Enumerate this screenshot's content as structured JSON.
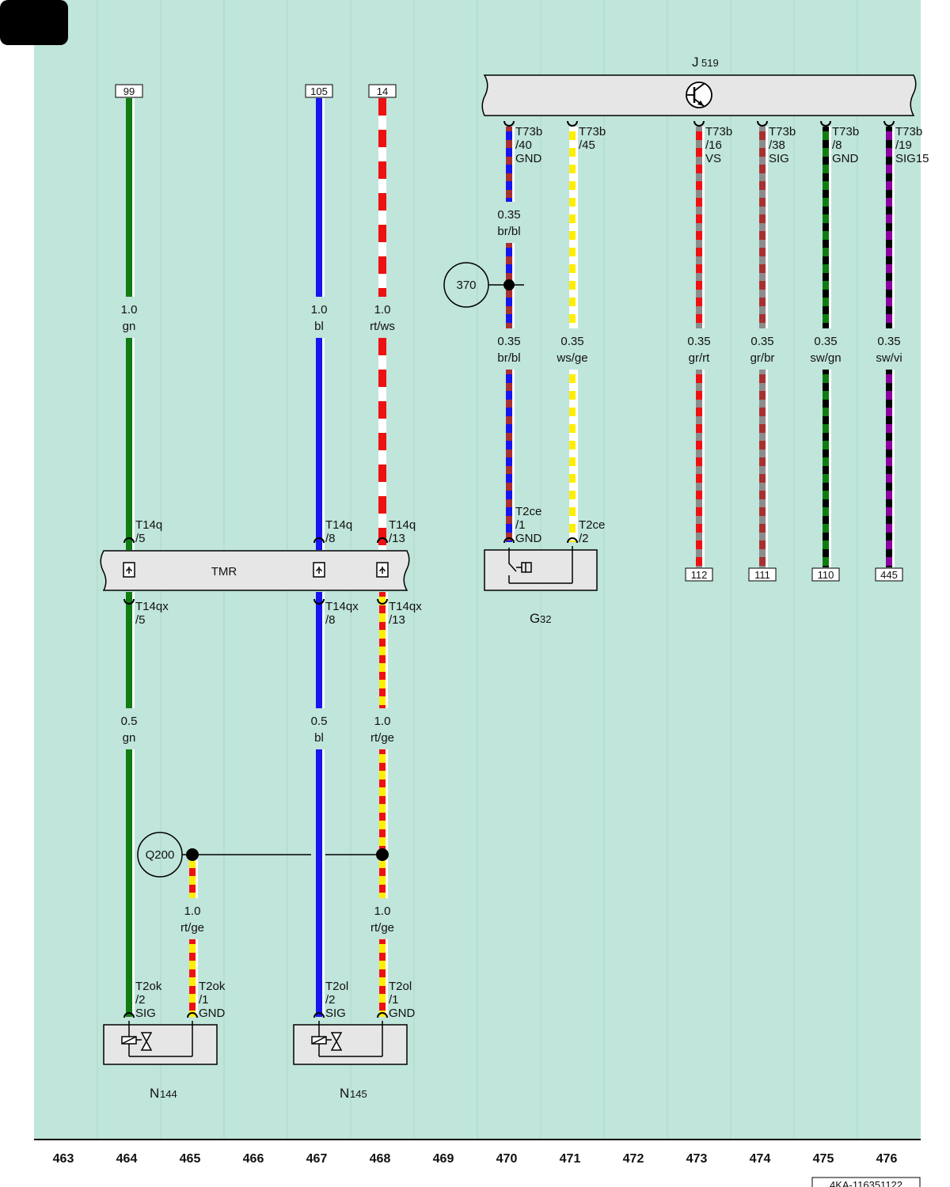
{
  "doc_id": "4KA-116351122",
  "colors": {
    "background": "#c0e5da",
    "component_fill": "#e6e6e6",
    "gn": "#0f7d12",
    "bl": "#1515f0",
    "rt": "#ee1111",
    "ws": "#ffffff",
    "ge": "#ffee00",
    "br": "#a83030",
    "gr": "#8c8c8c",
    "sw": "#000000",
    "vi": "#8c00a0"
  },
  "components": {
    "j519": {
      "name": "J",
      "sub": "519",
      "symbol": "transistor-icon"
    },
    "tmr": {
      "name": "TMR"
    },
    "g32": {
      "name": "G",
      "sub": "32",
      "symbol": "switch-icon"
    },
    "n144": {
      "name": "N",
      "sub": "144",
      "symbol": "solenoid-valve-icon"
    },
    "n145": {
      "name": "N",
      "sub": "145",
      "symbol": "solenoid-valve-icon"
    }
  },
  "refs": {
    "r99": "99",
    "r105": "105",
    "r14": "14",
    "r112": "112",
    "r111": "111",
    "r110": "110",
    "r445": "445"
  },
  "splices": {
    "s370": "370",
    "q200": "Q200"
  },
  "pins": {
    "c464_top": [
      "T14q",
      "/5"
    ],
    "c467_top": [
      "T14q",
      "/8"
    ],
    "c468_top": [
      "T14q",
      "/13"
    ],
    "c464_bot": [
      "T14qx",
      "/5"
    ],
    "c467_bot": [
      "T14qx",
      "/8"
    ],
    "c468_bot": [
      "T14qx",
      "/13"
    ],
    "c470_top": [
      "T73b",
      "/40",
      "GND"
    ],
    "c471_top": [
      "T73b",
      "/45"
    ],
    "c473_top": [
      "T73b",
      "/16",
      "VS"
    ],
    "c474_top": [
      "T73b",
      "/38",
      "SIG"
    ],
    "c475_top": [
      "T73b",
      "/8",
      "GND"
    ],
    "c476_top": [
      "T73b",
      "/19",
      "SIG15"
    ],
    "c470_g32": [
      "T2ce",
      "/1",
      "GND"
    ],
    "c471_g32": [
      "T2ce",
      "/2"
    ],
    "c464_n144": [
      "T2ok",
      "/2",
      "SIG"
    ],
    "c465_n144": [
      "T2ok",
      "/1",
      "GND"
    ],
    "c467_n145": [
      "T2ol",
      "/2",
      "SIG"
    ],
    "c468_n145": [
      "T2ol",
      "/1",
      "GND"
    ]
  },
  "wires": {
    "w464a": [
      "1.0",
      "gn"
    ],
    "w467a": [
      "1.0",
      "bl"
    ],
    "w468a": [
      "1.0",
      "rt/ws"
    ],
    "w464b": [
      "0.5",
      "gn"
    ],
    "w467b": [
      "0.5",
      "bl"
    ],
    "w468b": [
      "1.0",
      "rt/ge"
    ],
    "w465c": [
      "1.0",
      "rt/ge"
    ],
    "w468c": [
      "1.0",
      "rt/ge"
    ],
    "w470a": [
      "0.35",
      "br/bl"
    ],
    "w470b": [
      "0.35",
      "br/bl"
    ],
    "w471": [
      "0.35",
      "ws/ge"
    ],
    "w473": [
      "0.35",
      "gr/rt"
    ],
    "w474": [
      "0.35",
      "gr/br"
    ],
    "w475": [
      "0.35",
      "sw/gn"
    ],
    "w476": [
      "0.35",
      "sw/vi"
    ]
  },
  "columns": [
    "463",
    "464",
    "465",
    "466",
    "467",
    "468",
    "469",
    "470",
    "471",
    "472",
    "473",
    "474",
    "475",
    "476"
  ]
}
